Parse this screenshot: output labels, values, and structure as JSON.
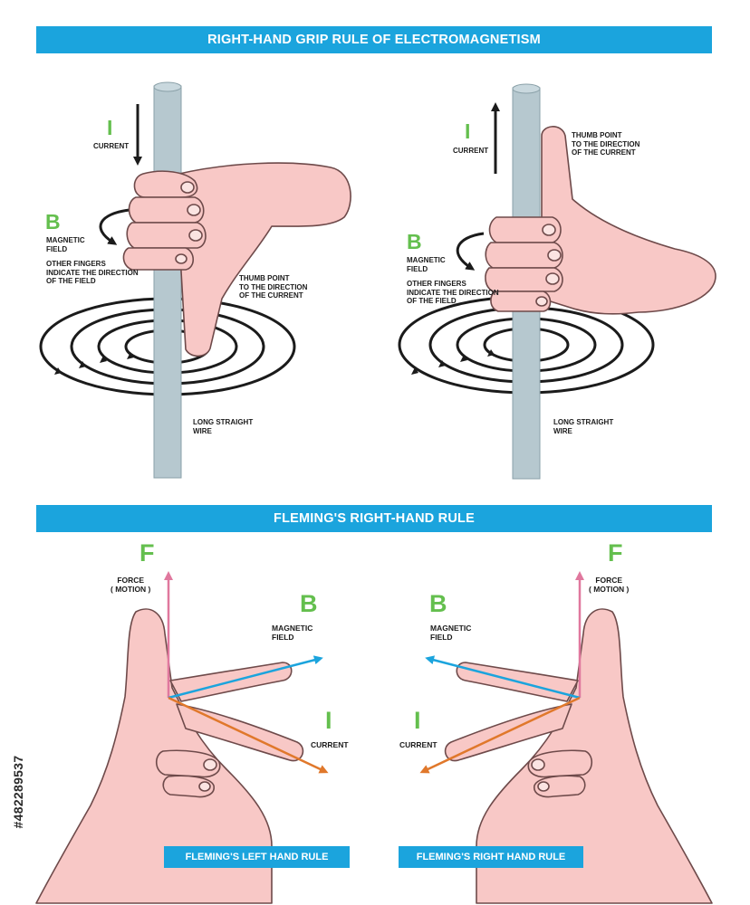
{
  "titles": {
    "grip_rule": "RIGHT-HAND GRIP RULE OF ELECTROMAGNETISM",
    "fleming": "FLEMING'S RIGHT-HAND RULE",
    "left_hand_rule": "FLEMING'S LEFT HAND RULE",
    "right_hand_rule": "FLEMING'S RIGHT HAND RULE"
  },
  "grip_left": {
    "current_symbol": "I",
    "current_label": "CURRENT",
    "field_symbol": "B",
    "field_label": "MAGNETIC\nFIELD",
    "fingers_note": "OTHER FINGERS\nINDICATE THE DIRECTION\nOF THE FIELD",
    "thumb_note": "THUMB POINT\nTO THE DIRECTION\nOF THE CURRENT",
    "wire_label": "LONG STRAIGHT\nWIRE"
  },
  "grip_right": {
    "current_symbol": "I",
    "current_label": "CURRENT",
    "field_symbol": "B",
    "field_label": "MAGNETIC\nFIELD",
    "fingers_note": "OTHER FINGERS\nINDICATE THE DIRECTION\nOF THE FIELD",
    "thumb_note": "THUMB POINT\nTO THE DIRECTION\nOF THE CURRENT",
    "wire_label": "LONG STRAIGHT\nWIRE"
  },
  "fleming_left": {
    "force_symbol": "F",
    "force_label": "FORCE\n( MOTION )",
    "field_symbol": "B",
    "field_label": "MAGNETIC\nFIELD",
    "current_symbol": "I",
    "current_label": "CURRENT"
  },
  "fleming_right": {
    "force_symbol": "F",
    "force_label": "FORCE\n( MOTION )",
    "field_symbol": "B",
    "field_label": "MAGNETIC\nFIELD",
    "current_symbol": "I",
    "current_label": "CURRENT"
  },
  "watermark": "#482289537",
  "colors": {
    "banner": "#1ba4dd",
    "letter": "#64bf4e",
    "skin": "#f8c8c6",
    "skin_outline": "#6e4a4a",
    "wire": "#b6c8cf",
    "force_arrow": "#e0789e",
    "field_arrow": "#1ba4dd",
    "current_arrow": "#e0782b"
  }
}
